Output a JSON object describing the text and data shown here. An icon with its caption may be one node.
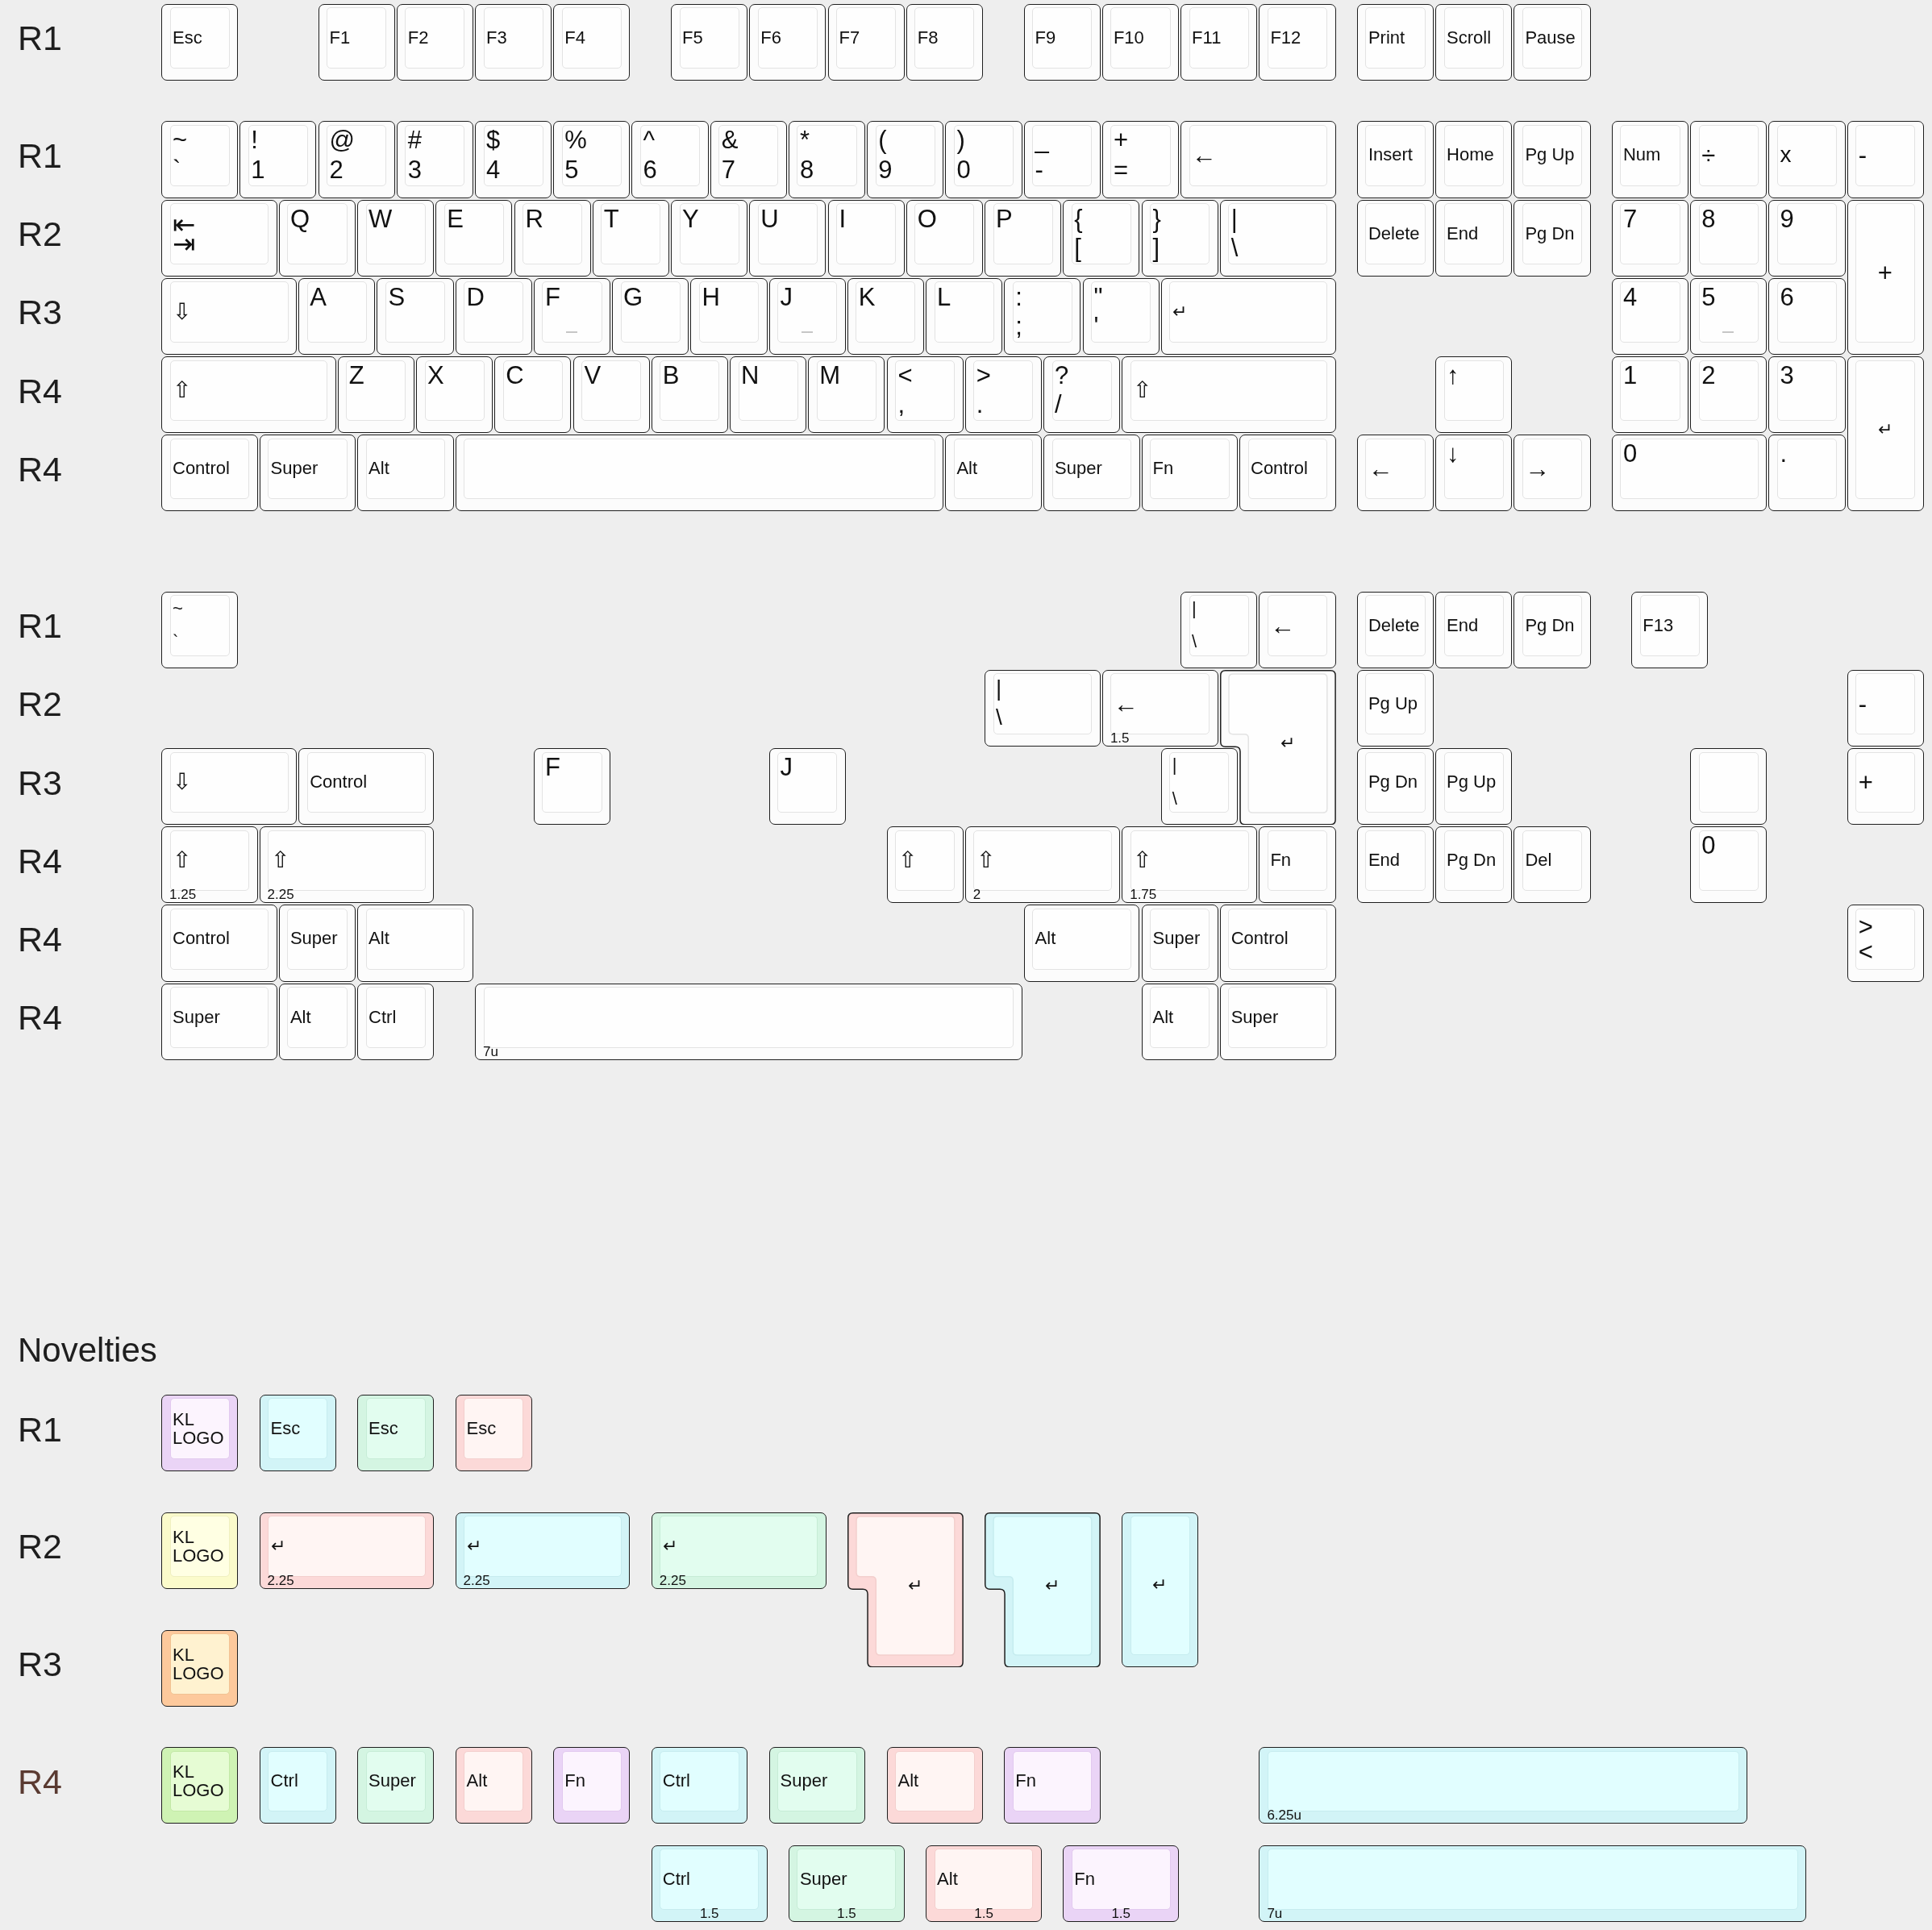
{
  "diagram": {
    "nodes": [
      {
        "text": [
          "Esc"
        ]
      },
      {
        "text": [
          "F1"
        ]
      },
      {
        "text": [
          "F2"
        ]
      },
      {
        "text": [
          "F3"
        ]
      },
      {
        "text": [
          "F4"
        ]
      },
      {
        "text": [
          "F5"
        ]
      },
      {
        "text": [
          "F6"
        ]
      },
      {
        "text": [
          "F7"
        ]
      },
      {
        "text": [
          "F8"
        ]
      },
      {
        "text": [
          "F9"
        ]
      },
      {
        "text": [
          "F10"
        ]
      },
      {
        "text": [
          "F11"
        ]
      },
      {
        "text": [
          "F12"
        ]
      },
      {
        "text": [
          "Print"
        ]
      },
      {
        "text": [
          "Scroll"
        ]
      },
      {
        "text": [
          "Pause"
        ]
      },
      {
        "text": [
          "~",
          "`"
        ]
      },
      {
        "text": [
          "!",
          "1"
        ]
      },
      {
        "text": [
          "@",
          "2"
        ]
      },
      {
        "text": [
          "#",
          "3"
        ]
      },
      {
        "text": [
          "$",
          "4"
        ]
      },
      {
        "text": [
          "%",
          "5"
        ]
      },
      {
        "text": [
          "^",
          "6"
        ]
      },
      {
        "text": [
          "&",
          "7"
        ]
      },
      {
        "text": [
          "*",
          "8"
        ]
      },
      {
        "text": [
          "(",
          "9"
        ]
      },
      {
        "text": [
          ")",
          "0"
        ]
      },
      {
        "text": [
          "_",
          "-"
        ]
      },
      {
        "text": [
          "+",
          "="
        ]
      },
      {
        "text": [
          "←"
        ]
      },
      {
        "text": [
          "Insert"
        ]
      },
      {
        "text": [
          "Home"
        ]
      },
      {
        "text": [
          "Pg Up"
        ]
      },
      {
        "text": [
          "Num"
        ]
      },
      {
        "text": [
          "÷"
        ]
      },
      {
        "text": [
          "x"
        ]
      },
      {
        "text": [
          "-"
        ]
      },
      {
        "text": [
          "⇤ ⇥"
        ]
      },
      {
        "text": [
          "Q"
        ]
      },
      {
        "text": [
          "W"
        ]
      },
      {
        "text": [
          "E"
        ]
      },
      {
        "text": [
          "R"
        ]
      },
      {
        "text": [
          "T"
        ]
      },
      {
        "text": [
          "Y"
        ]
      },
      {
        "text": [
          "U"
        ]
      },
      {
        "text": [
          "I"
        ]
      },
      {
        "text": [
          "O"
        ]
      },
      {
        "text": [
          "P"
        ]
      },
      {
        "text": [
          "{",
          "["
        ]
      },
      {
        "text": [
          "}",
          "]"
        ]
      },
      {
        "text": [
          "|",
          "\\"
        ]
      },
      {
        "text": [
          "Delete"
        ]
      },
      {
        "text": [
          "End"
        ]
      },
      {
        "text": [
          "Pg Dn"
        ]
      },
      {
        "text": [
          "7"
        ]
      },
      {
        "text": [
          "8"
        ]
      },
      {
        "text": [
          "9"
        ]
      },
      {
        "text": [
          "+"
        ]
      },
      {
        "text": [
          "⇩"
        ]
      },
      {
        "text": [
          "A"
        ]
      },
      {
        "text": [
          "S"
        ]
      },
      {
        "text": [
          "D"
        ]
      },
      {
        "text": [
          "F"
        ]
      },
      {
        "text": [
          "G"
        ]
      },
      {
        "text": [
          "H"
        ]
      },
      {
        "text": [
          "J"
        ]
      },
      {
        "text": [
          "K"
        ]
      },
      {
        "text": [
          "L"
        ]
      },
      {
        "text": [
          ":",
          ";"
        ]
      },
      {
        "text": [
          "\"",
          "'"
        ]
      },
      {
        "text": [
          "↵"
        ]
      },
      {
        "text": [
          "4"
        ]
      },
      {
        "text": [
          "5"
        ]
      },
      {
        "text": [
          "6"
        ]
      },
      {
        "text": [
          "⇧"
        ]
      },
      {
        "text": [
          "Z"
        ]
      },
      {
        "text": [
          "X"
        ]
      },
      {
        "text": [
          "C"
        ]
      },
      {
        "text": [
          "V"
        ]
      },
      {
        "text": [
          "B"
        ]
      },
      {
        "text": [
          "N"
        ]
      },
      {
        "text": [
          "M"
        ]
      },
      {
        "text": [
          "<",
          ","
        ]
      },
      {
        "text": [
          ">",
          "."
        ]
      },
      {
        "text": [
          "?",
          "/"
        ]
      },
      {
        "text": [
          "⇧"
        ]
      },
      {
        "text": [
          "↑"
        ]
      },
      {
        "text": [
          "1"
        ]
      },
      {
        "text": [
          "2"
        ]
      },
      {
        "text": [
          "3"
        ]
      },
      {
        "text": [
          "↵"
        ]
      },
      {
        "text": [
          "Control"
        ]
      },
      {
        "text": [
          "Super"
        ]
      },
      {
        "text": [
          "Alt"
        ]
      },
      {
        "text": [],
        "shape": "box"
      },
      {
        "text": [
          "Alt"
        ]
      },
      {
        "text": [
          "Super"
        ]
      },
      {
        "text": [
          "Fn"
        ]
      },
      {
        "text": [
          "Control"
        ]
      },
      {
        "text": [
          "←"
        ]
      },
      {
        "text": [
          "↓"
        ]
      },
      {
        "text": [
          "→"
        ]
      },
      {
        "text": [
          "0"
        ]
      },
      {
        "text": [
          "."
        ]
      },
      {
        "text": [
          "~",
          "`"
        ]
      },
      {
        "text": [
          "|",
          "\\"
        ]
      },
      {
        "text": [
          "←"
        ]
      },
      {
        "text": [
          "Delete"
        ]
      },
      {
        "text": [
          "End"
        ]
      },
      {
        "text": [
          "Pg Dn"
        ]
      },
      {
        "text": [
          "F13"
        ]
      },
      {
        "text": [
          "|",
          "\\"
        ]
      },
      {
        "text": [
          "←",
          "1.5"
        ]
      },
      {
        "text": [
          "↵"
        ]
      },
      {
        "text": [
          "Pg Up"
        ]
      },
      {
        "text": [
          "-"
        ]
      },
      {
        "text": [
          "⇩"
        ]
      },
      {
        "text": [
          "Control"
        ]
      },
      {
        "text": [
          "F"
        ]
      },
      {
        "text": [
          "J"
        ]
      },
      {
        "text": [
          "|",
          "\\"
        ]
      },
      {
        "text": [
          "Pg Dn"
        ]
      },
      {
        "text": [
          "Pg Up"
        ]
      },
      {
        "text": [],
        "shape": "box"
      },
      {
        "text": [
          "+"
        ]
      },
      {
        "text": [
          "⇧",
          "1.25"
        ]
      },
      {
        "text": [
          "⇧",
          "2.25"
        ]
      },
      {
        "text": [
          "⇧"
        ]
      },
      {
        "text": [
          "⇧",
          "2"
        ]
      },
      {
        "text": [
          "⇧",
          "1.75"
        ]
      },
      {
        "text": [
          "Fn"
        ]
      },
      {
        "text": [
          "End"
        ]
      },
      {
        "text": [
          "Pg Dn"
        ]
      },
      {
        "text": [
          "Del"
        ]
      },
      {
        "text": [
          "0"
        ]
      },
      {
        "text": [
          "Control"
        ]
      },
      {
        "text": [
          "Super"
        ]
      },
      {
        "text": [
          "Alt"
        ]
      },
      {
        "text": [
          "Alt"
        ]
      },
      {
        "text": [
          "Super"
        ]
      },
      {
        "text": [
          "Control"
        ]
      },
      {
        "text": [
          ">",
          "<"
        ]
      },
      {
        "text": [
          "Super"
        ]
      },
      {
        "text": [
          "Alt"
        ]
      },
      {
        "text": [
          "Ctrl"
        ]
      },
      {
        "text": [
          "7u"
        ]
      },
      {
        "text": [
          "Alt"
        ]
      },
      {
        "text": [
          "Super"
        ]
      },
      {
        "text": [
          "KL LOGO"
        ]
      },
      {
        "text": [
          "Esc"
        ]
      },
      {
        "text": [
          "Esc"
        ]
      },
      {
        "text": [
          "Esc"
        ]
      },
      {
        "text": [
          "KL LOGO"
        ]
      },
      {
        "text": [
          "↵",
          "2.25"
        ]
      },
      {
        "text": [
          "↵",
          "2.25"
        ]
      },
      {
        "text": [
          "↵",
          "2.25"
        ]
      },
      {
        "text": [
          "↵"
        ]
      },
      {
        "text": [
          "↵"
        ]
      },
      {
        "text": [
          "↵"
        ]
      },
      {
        "text": [
          "KL LOGO"
        ]
      },
      {
        "text": [
          "KL LOGO"
        ]
      },
      {
        "text": [
          "Ctrl"
        ]
      },
      {
        "text": [
          "Super"
        ]
      },
      {
        "text": [
          "Alt"
        ]
      },
      {
        "text": [
          "Fn"
        ]
      },
      {
        "text": [
          "Ctrl"
        ]
      },
      {
        "text": [
          "Super"
        ]
      },
      {
        "text": [
          "Alt"
        ]
      },
      {
        "text": [
          "Fn"
        ]
      },
      {
        "text": [
          "6.25u"
        ]
      },
      {
        "text": [
          "Ctrl",
          "1.5"
        ]
      },
      {
        "text": [
          "Super",
          "1.5"
        ]
      },
      {
        "text": [
          "Alt",
          "1.5"
        ]
      },
      {
        "text": [
          "Fn",
          "1.5"
        ]
      },
      {
        "text": [
          "7u"
        ]
      }
    ],
    "labels": [
      "R1",
      "R1",
      "R2",
      "R3",
      "R4",
      "R4",
      "R1",
      "R2",
      "R3",
      "R4",
      "R4",
      "R4",
      "Novelties",
      "R1",
      "R2",
      "R3",
      "R4"
    ]
  }
}
